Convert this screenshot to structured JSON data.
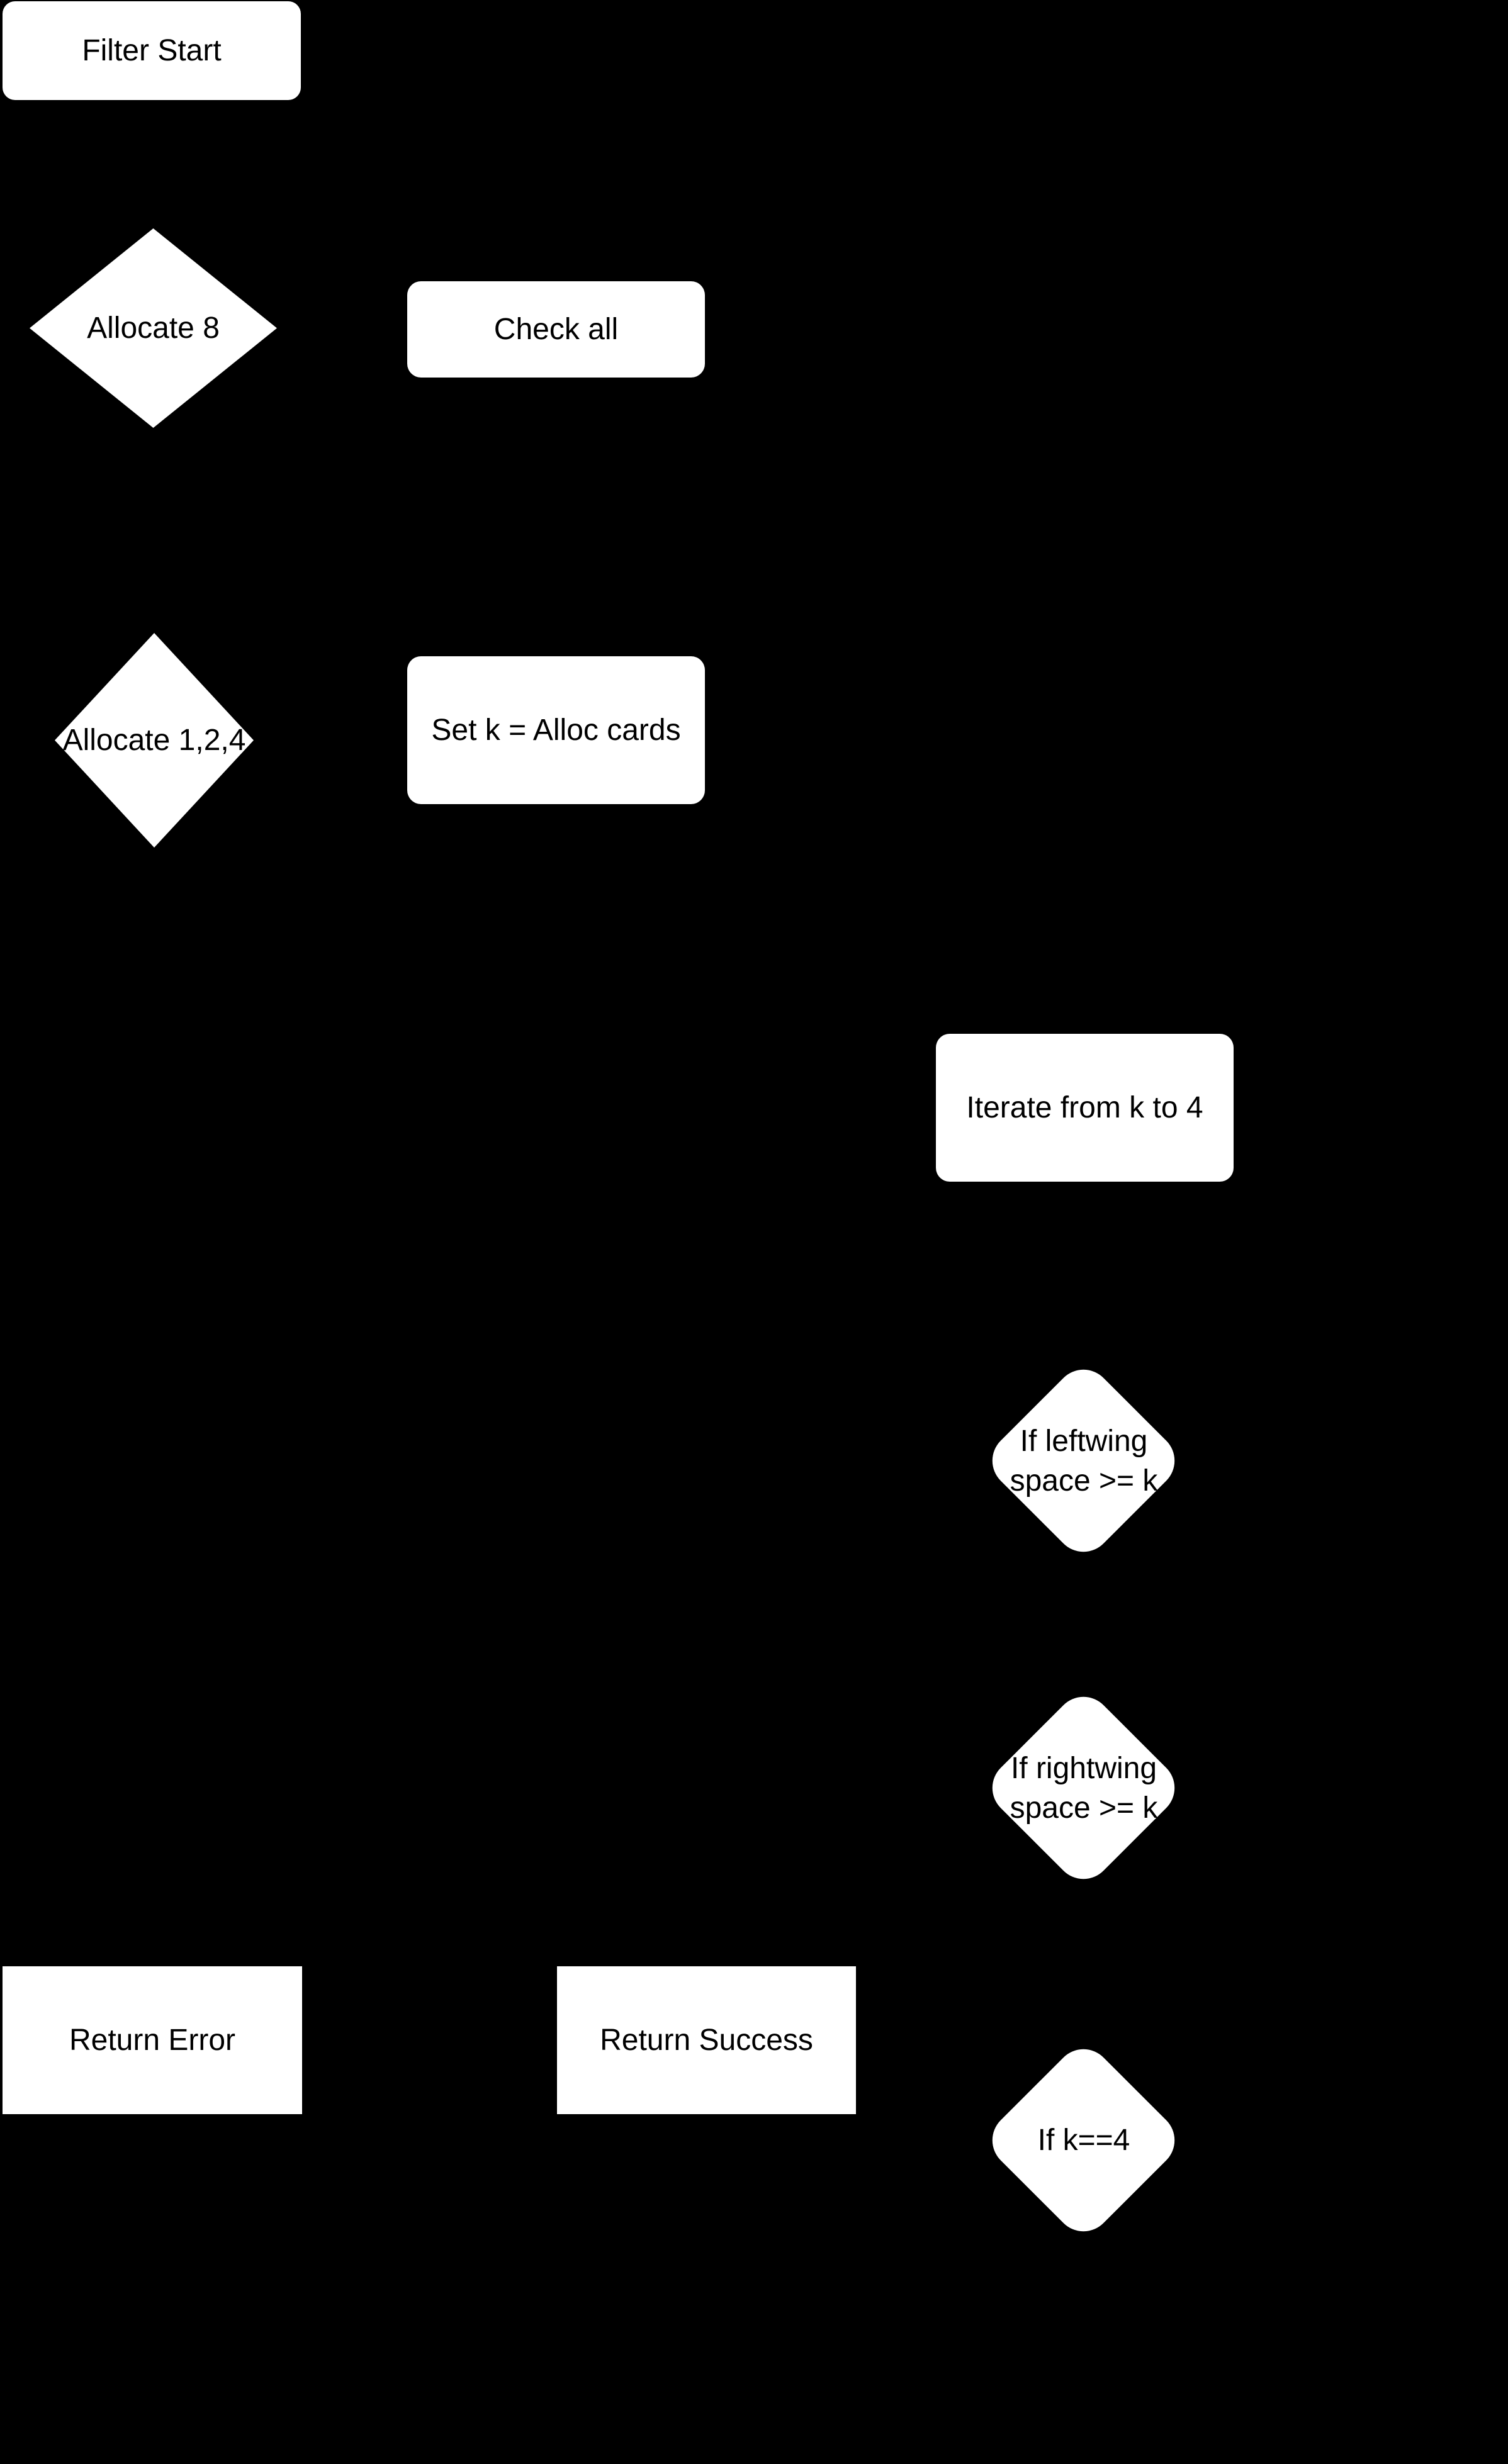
{
  "diagram": {
    "type": "flowchart",
    "background_color": "#000000",
    "node_fill_color": "#ffffff",
    "node_text_color": "#000000",
    "nodes": [
      {
        "id": "filter-start",
        "shape": "rounded-rectangle",
        "lines": [
          "Filter Start"
        ]
      },
      {
        "id": "allocate-8",
        "shape": "diamond",
        "lines": [
          "Allocate 8"
        ]
      },
      {
        "id": "check-all",
        "shape": "rounded-rectangle",
        "lines": [
          "Check all"
        ]
      },
      {
        "id": "allocate-1-2-4",
        "shape": "diamond",
        "lines": [
          "Allocate 1,2,4"
        ]
      },
      {
        "id": "set-k-alloc-cards",
        "shape": "rounded-rectangle",
        "lines": [
          "Set k = Alloc cards"
        ]
      },
      {
        "id": "iterate-from-k-to-4",
        "shape": "rounded-rectangle",
        "lines": [
          "Iterate from k to 4"
        ]
      },
      {
        "id": "if-leftwing-space-ge-k",
        "shape": "rounded-diamond",
        "lines": [
          "If leftwing",
          "space >= k"
        ]
      },
      {
        "id": "if-rightwing-space-ge-k",
        "shape": "rounded-diamond",
        "lines": [
          "If rightwing",
          "space >= k"
        ]
      },
      {
        "id": "return-error",
        "shape": "rectangle",
        "lines": [
          "Return Error"
        ]
      },
      {
        "id": "return-success",
        "shape": "rectangle",
        "lines": [
          "Return Success"
        ]
      },
      {
        "id": "if-k-equals-4",
        "shape": "rounded-diamond",
        "lines": [
          "If k==4"
        ]
      }
    ]
  }
}
